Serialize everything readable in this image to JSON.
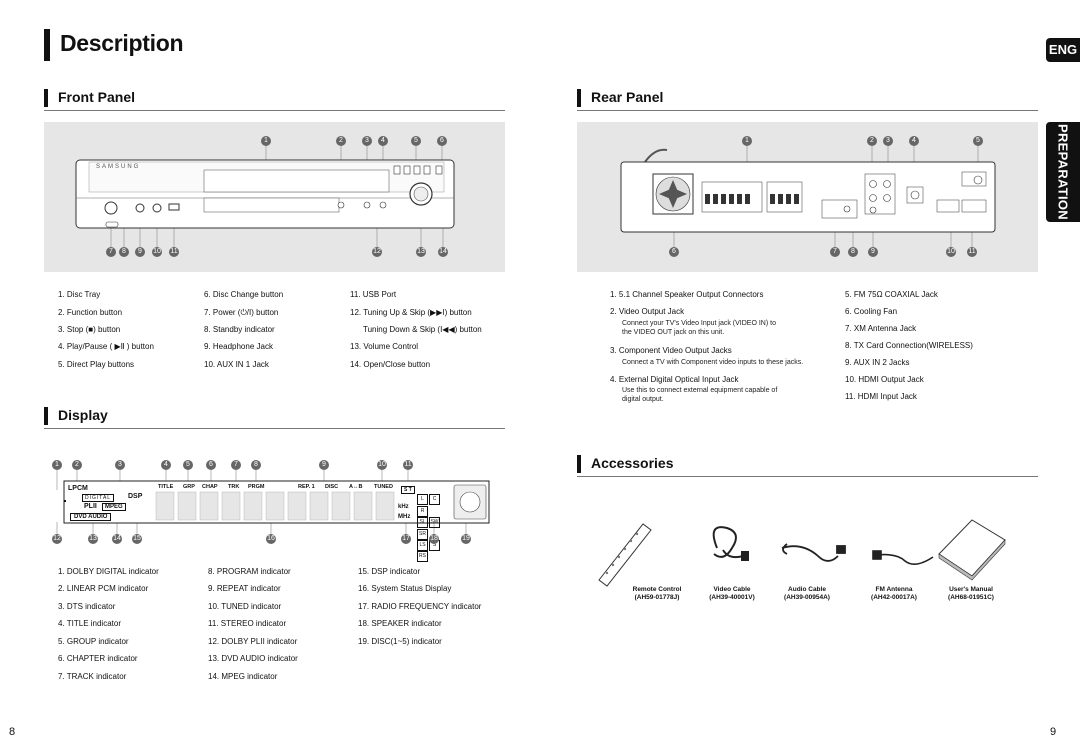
{
  "title": "Description",
  "tab_lang": "ENG",
  "tab_section": "PREPARATION",
  "front_panel": {
    "heading": "Front Panel",
    "brand": "SAMSUNG",
    "items": [
      {
        "n": "1.",
        "t": "Disc Tray"
      },
      {
        "n": "2.",
        "t": "Function button"
      },
      {
        "n": "3.",
        "t": "Stop (■) button"
      },
      {
        "n": "4.",
        "t": "Play/Pause ( ▶Ⅱ ) button"
      },
      {
        "n": "5.",
        "t": "Direct Play buttons"
      },
      {
        "n": "6.",
        "t": "Disc Change button"
      },
      {
        "n": "7.",
        "t": "Power (⏻/I) button"
      },
      {
        "n": "8.",
        "t": "Standby indicator"
      },
      {
        "n": "9.",
        "t": "Headphone Jack"
      },
      {
        "n": "10.",
        "t": "AUX IN 1 Jack"
      },
      {
        "n": "11.",
        "t": "USB Port"
      },
      {
        "n": "12.",
        "t": "Tuning Up & Skip (▶▶I) button"
      },
      {
        "n": "",
        "t": "Tuning Down & Skip (I◀◀) button"
      },
      {
        "n": "13.",
        "t": "Volume Control"
      },
      {
        "n": "14.",
        "t": "Open/Close button"
      }
    ]
  },
  "rear_panel": {
    "heading": "Rear Panel",
    "items": [
      {
        "n": "1.",
        "t": "5.1 Channel Speaker Output Connectors",
        "sub": ""
      },
      {
        "n": "2.",
        "t": "Video Output Jack",
        "sub": "Connect your TV's Video Input jack (VIDEO IN) to the VIDEO OUT jack on this unit."
      },
      {
        "n": "3.",
        "t": "Component Video Output Jacks",
        "sub": "Connect a TV with Component video inputs to these jacks."
      },
      {
        "n": "4.",
        "t": "External Digital Optical Input Jack",
        "sub": "Use this to connect external equipment capable of digital output."
      },
      {
        "n": "5.",
        "t": "FM 75Ω COAXIAL Jack",
        "sub": ""
      },
      {
        "n": "6.",
        "t": "Cooling Fan",
        "sub": ""
      },
      {
        "n": "7.",
        "t": "XM Antenna Jack",
        "sub": ""
      },
      {
        "n": "8.",
        "t": "TX Card Connection(WIRELESS)",
        "sub": ""
      },
      {
        "n": "9.",
        "t": "AUX IN 2 Jacks",
        "sub": ""
      },
      {
        "n": "10.",
        "t": "HDMI Output Jack",
        "sub": ""
      },
      {
        "n": "11.",
        "t": "HDMI Input Jack",
        "sub": ""
      }
    ]
  },
  "display": {
    "heading": "Display",
    "lcd": {
      "lpcm": "LPCM",
      "digital": "DIGITAL",
      "dsp": "DSP",
      "pl2": "PLII",
      "mpeg": "MPEG",
      "dvd_audio": "DVD AUDIO",
      "title": "TITLE",
      "grp": "GRP",
      "chap": "CHAP",
      "trk": "TRK",
      "prgm": "PRGM",
      "rep1": "REP. 1",
      "disc": "DISC",
      "ab": "A↔B",
      "tuned": "TUNED",
      "st": "S T",
      "khz": "kHz",
      "mhz": "MHz",
      "spk": [
        "L",
        "C",
        "R",
        "SL",
        "SW",
        "SR",
        "LS",
        "S",
        "RS"
      ]
    },
    "items": [
      {
        "n": "1.",
        "t": "DOLBY DIGITAL indicator"
      },
      {
        "n": "2.",
        "t": "LINEAR PCM indicator"
      },
      {
        "n": "3.",
        "t": "DTS indicator"
      },
      {
        "n": "4.",
        "t": "TITLE indicator"
      },
      {
        "n": "5.",
        "t": "GROUP indicator"
      },
      {
        "n": "6.",
        "t": "CHAPTER indicator"
      },
      {
        "n": "7.",
        "t": "TRACK indicator"
      },
      {
        "n": "8.",
        "t": "PROGRAM indicator"
      },
      {
        "n": "9.",
        "t": "REPEAT indicator"
      },
      {
        "n": "10.",
        "t": "TUNED indicator"
      },
      {
        "n": "11.",
        "t": "STEREO indicator"
      },
      {
        "n": "12.",
        "t": "DOLBY PLII indicator"
      },
      {
        "n": "13.",
        "t": "DVD AUDIO indicator"
      },
      {
        "n": "14.",
        "t": "MPEG indicator"
      },
      {
        "n": "15.",
        "t": "DSP indicator"
      },
      {
        "n": "16.",
        "t": "System Status Display"
      },
      {
        "n": "17.",
        "t": "RADIO FREQUENCY indicator"
      },
      {
        "n": "18.",
        "t": "SPEAKER indicator"
      },
      {
        "n": "19.",
        "t": "DISC(1~5) indicator"
      }
    ]
  },
  "accessories": {
    "heading": "Accessories",
    "items": [
      {
        "name": "Remote Control",
        "code": "(AH59-01778J)"
      },
      {
        "name": "Video Cable",
        "code": "(AH39-40001V)"
      },
      {
        "name": "Audio Cable",
        "code": "(AH39-00954A)"
      },
      {
        "name": "FM Antenna",
        "code": "(AH42-00017A)"
      },
      {
        "name": "User's Manual",
        "code": "(AH68-01951C)"
      }
    ]
  },
  "page_left": "8",
  "page_right": "9"
}
